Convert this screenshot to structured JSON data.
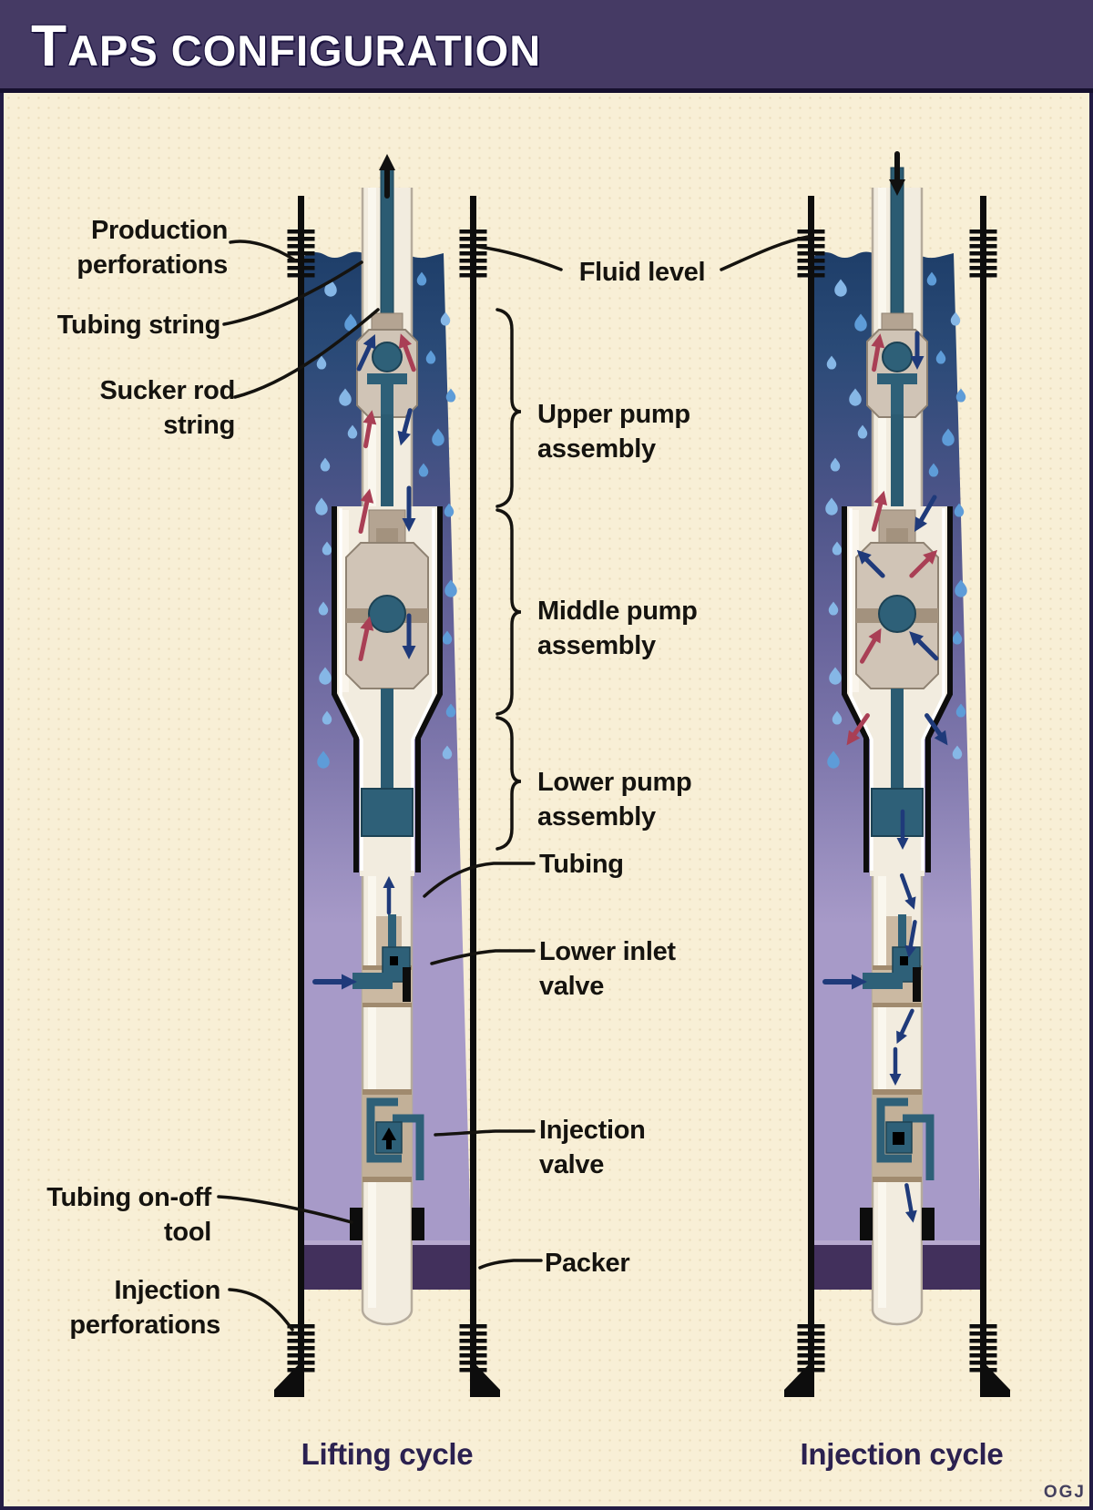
{
  "header": {
    "title_initial": "T",
    "title_rest": "APS CONFIGURATION"
  },
  "labels": {
    "production_perforations": "Production\nperforations",
    "tubing_string": "Tubing string",
    "sucker_rod_string": "Sucker rod\nstring",
    "fluid_level": "Fluid level",
    "upper_pump_assembly": "Upper pump\nassembly",
    "middle_pump_assembly": "Middle pump\nassembly",
    "lower_pump_assembly": "Lower pump\nassembly",
    "tubing": "Tubing",
    "lower_inlet_valve": "Lower inlet\nvalve",
    "injection_valve": "Injection\nvalve",
    "tubing_on_off_tool": "Tubing on-off\ntool",
    "packer": "Packer",
    "injection_perforations": "Injection\nperforations"
  },
  "captions": {
    "left": "Lifting cycle",
    "right": "Injection cycle"
  },
  "logo": "OGJ",
  "wells": [
    {
      "id": "lift",
      "caption": "Lifting cycle"
    },
    {
      "id": "inject",
      "caption": "Injection cycle"
    }
  ],
  "colors": {
    "headerBg": "#453a64",
    "pageBg": "#f8efd6",
    "ink": "#15130f",
    "captionColor": "#2b2150",
    "casing": "#0d0d0d",
    "fluidTop": "#1e3e69",
    "fluidMid": "#7d76ab",
    "fluidLow": "#a79ac8",
    "droplet1": "#5e9cd8",
    "droplet2": "#86b7e6",
    "tubing": "#f2ecdf",
    "tubingEdge": "#b5ab9c",
    "tubingHighlight": "#fbf8ef",
    "rod": "#2b5b72",
    "teal": "#2e6078",
    "tealDark": "#1d4254",
    "pumpBody": "#d0c4b6",
    "pumpEdge": "#8f8272",
    "pumpDark": "#a3927e",
    "neck": "#b4a492",
    "bandLight": "#cbb9a2",
    "bandDark": "#c2b098",
    "bandEdge": "#a08a6e",
    "packer": "#42305c",
    "packerLight": "#b7a9cf",
    "red": "#a93f55",
    "navy": "#1f3a7a",
    "white": "#ffffff"
  }
}
